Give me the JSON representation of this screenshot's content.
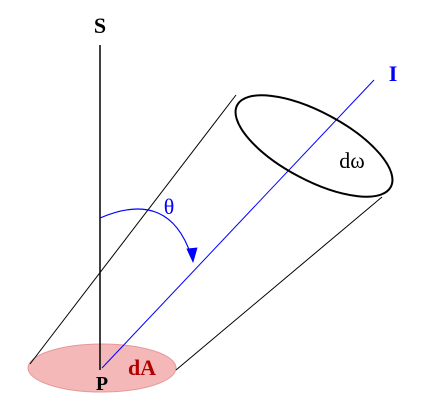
{
  "labels": {
    "surface_normal": "S",
    "point": "P",
    "area_element": "dA",
    "intensity_ray": "I",
    "solid_angle": "dω",
    "angle": "θ"
  },
  "colors": {
    "outline": "#000000",
    "ray": "#0000ff",
    "angle_arc": "#0000ff",
    "area_fill": "#f4b8b8",
    "area_stroke": "#e89898",
    "area_label": "#b40000"
  }
}
